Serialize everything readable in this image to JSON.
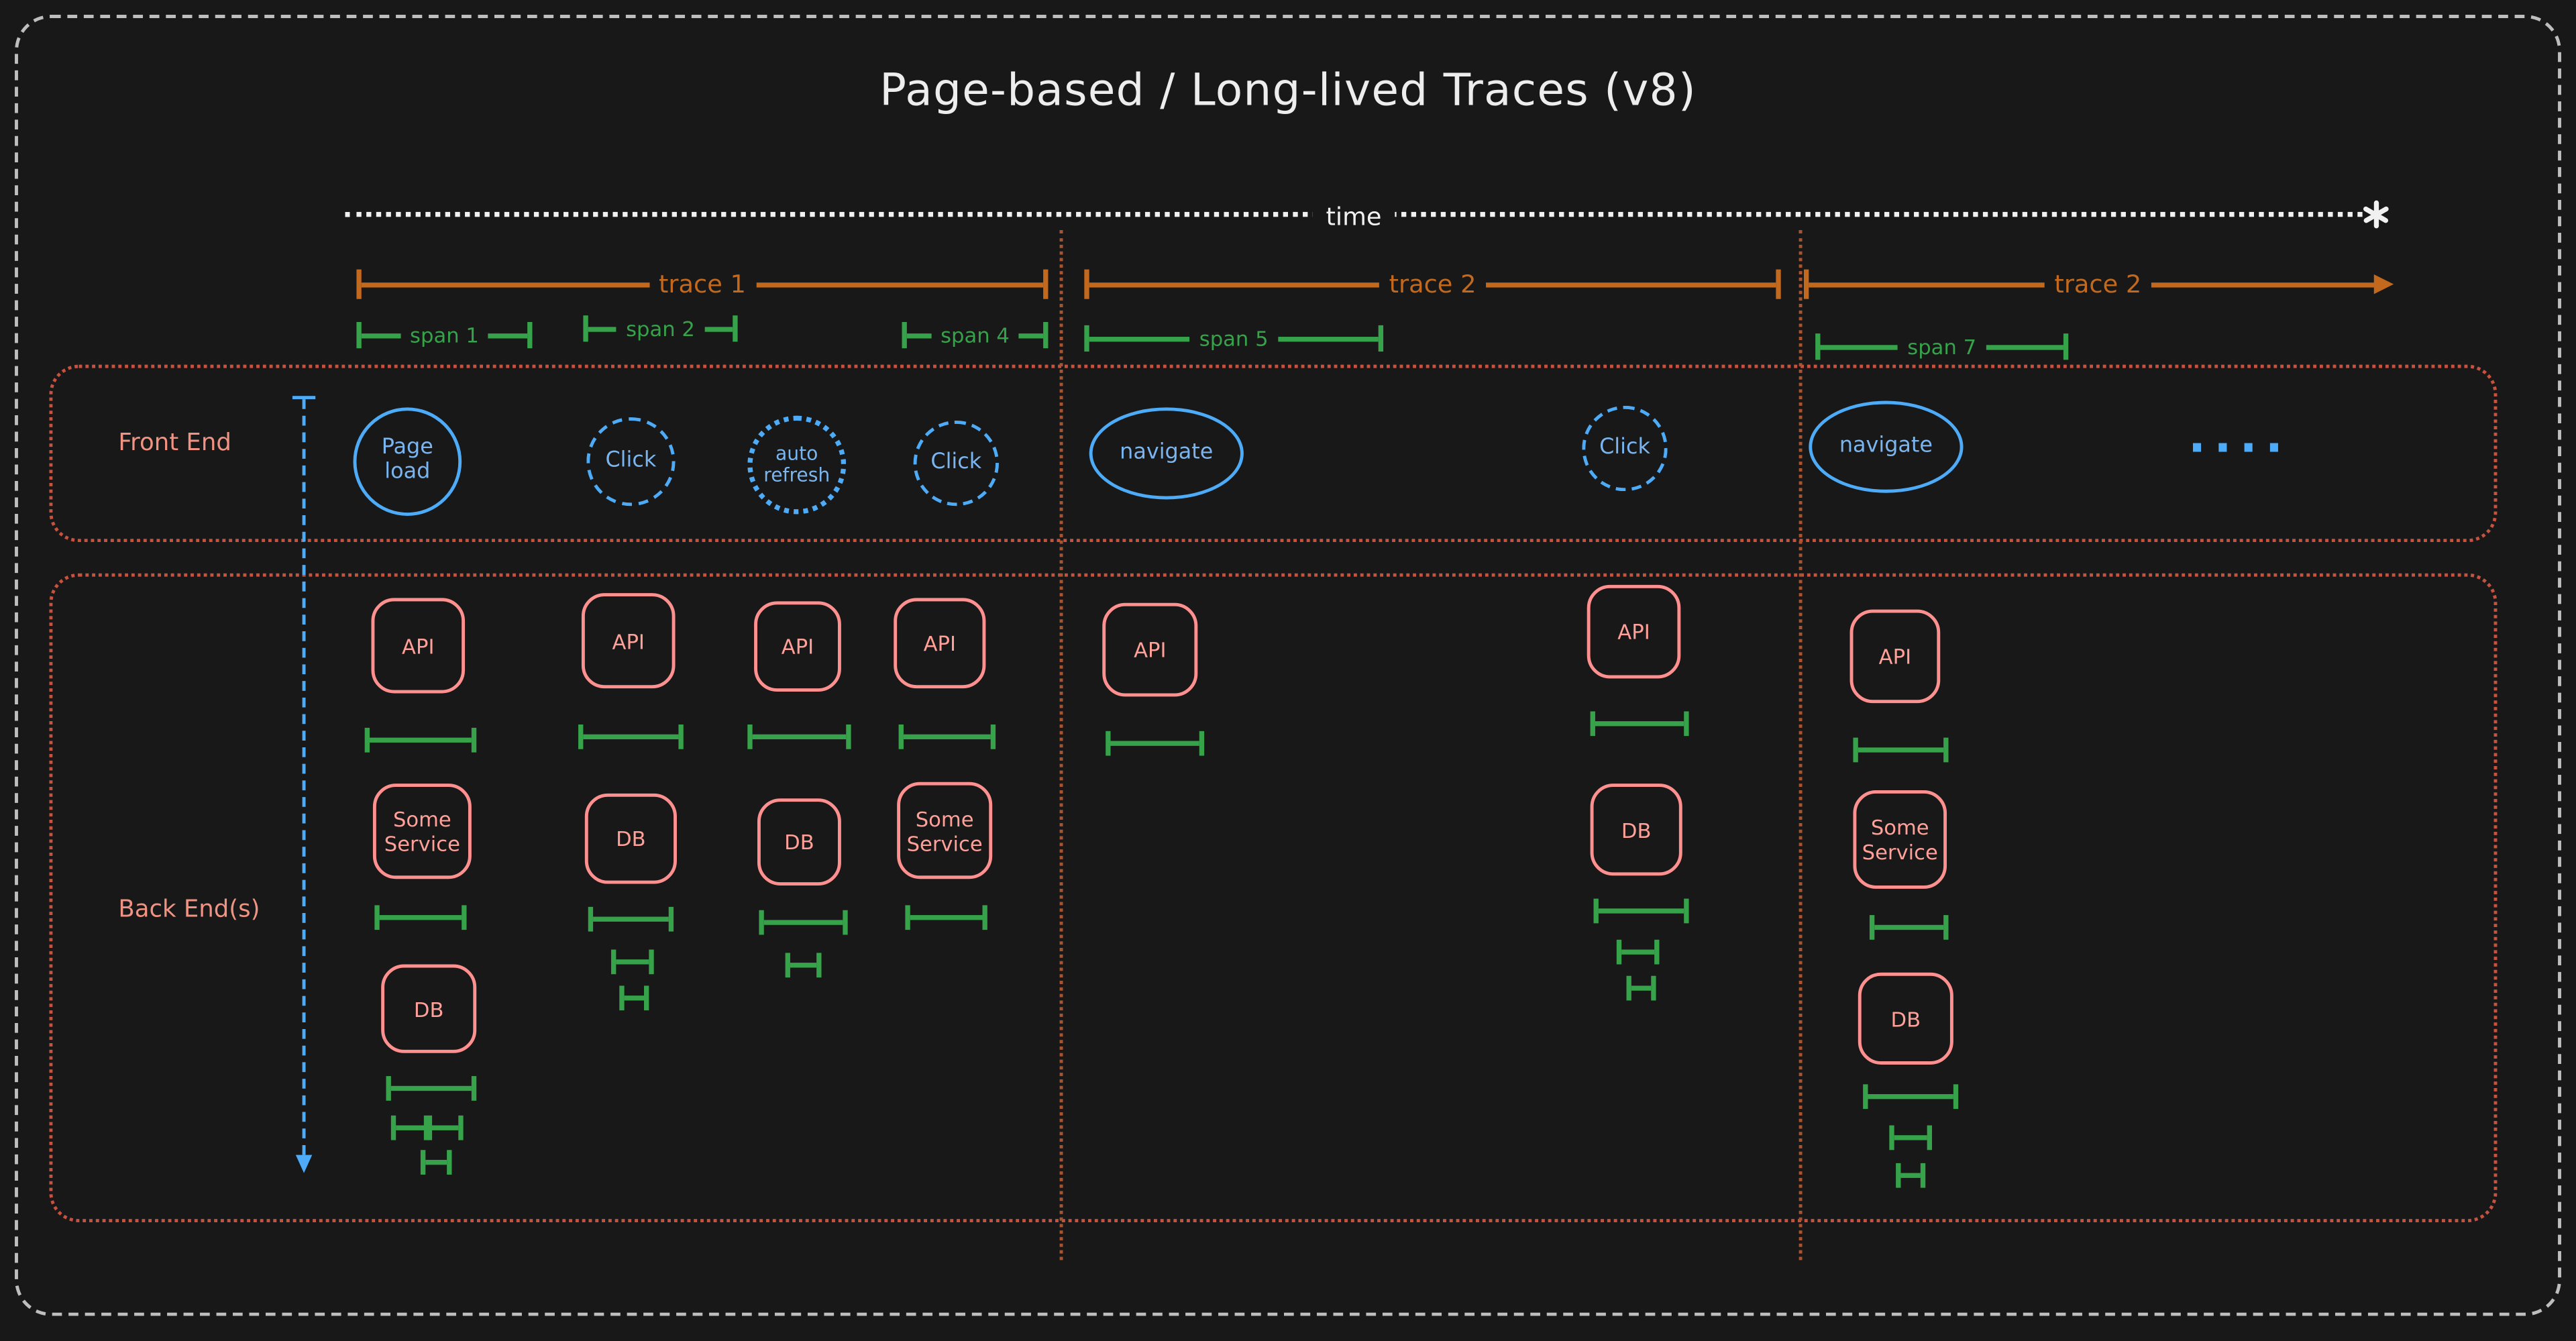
{
  "title": "Page-based / Long-lived Traces (v8)",
  "timeline": {
    "label": "time",
    "end_marker_icon": "sparkle-icon"
  },
  "traces": [
    {
      "label": "trace 1"
    },
    {
      "label": "trace 2"
    },
    {
      "label": "trace 2"
    }
  ],
  "spans": [
    {
      "label": "span 1"
    },
    {
      "label": "span 2"
    },
    {
      "label": "span 4"
    },
    {
      "label": "span 5"
    },
    {
      "label": "span 7"
    }
  ],
  "lanes": {
    "frontend": {
      "label": "Front End"
    },
    "backend": {
      "label": "Back End(s)"
    }
  },
  "frontend_events": [
    {
      "label": "Page load",
      "border": "solid"
    },
    {
      "label": "Click",
      "border": "dashed"
    },
    {
      "label": "auto refresh",
      "border": "dotted"
    },
    {
      "label": "Click",
      "border": "dashed"
    },
    {
      "label": "navigate",
      "border": "solid"
    },
    {
      "label": "Click",
      "border": "dashed"
    },
    {
      "label": "navigate",
      "border": "solid"
    }
  ],
  "more_indicator": "....",
  "backend_columns": [
    {
      "boxes": [
        "API",
        "Some Service",
        "DB"
      ]
    },
    {
      "boxes": [
        "API",
        "DB"
      ]
    },
    {
      "boxes": [
        "API",
        "DB"
      ]
    },
    {
      "boxes": [
        "API",
        "Some Service"
      ]
    },
    {
      "boxes": [
        "API"
      ]
    },
    {
      "boxes": [
        "API",
        "DB"
      ]
    },
    {
      "boxes": [
        "API",
        "Some Service",
        "DB"
      ]
    }
  ],
  "colors": {
    "background": "#181818",
    "canvas_border": "#e9e9e9",
    "timeline_white": "#f1f1f1",
    "trace_orange": "#c2691d",
    "separator_orange": "#a85430",
    "span_green": "#36a24a",
    "frontend_blue": "#4dabf7",
    "backend_red": "#ff9090",
    "lane_container_red": "#c7523f"
  }
}
